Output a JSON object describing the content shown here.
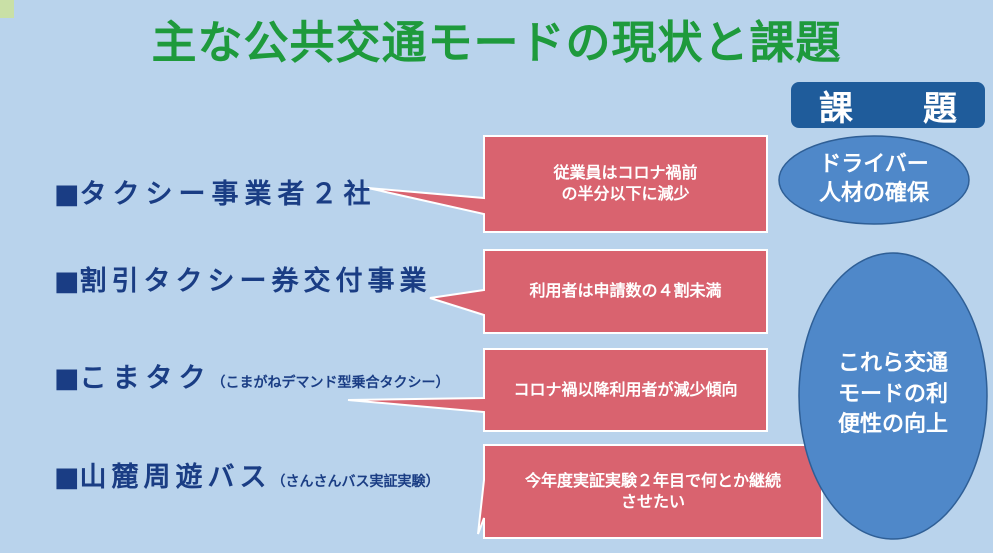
{
  "title": "主な公共交通モードの現状と課題",
  "issues_header": "課　題",
  "modes": [
    {
      "marker": "■",
      "label": "タクシー事業者２社",
      "sub": "",
      "callout": [
        "従業員はコロナ禍前",
        "の半分以下に減少"
      ]
    },
    {
      "marker": "■",
      "label": "割引タクシー券交付事業",
      "sub": "",
      "callout": [
        "利用者は申請数の４割未満"
      ]
    },
    {
      "marker": "■",
      "label": "こまタク",
      "sub": "（こまがねデマンド型乗合タクシー）",
      "callout": [
        "コロナ禍以降利用者が減少傾向"
      ]
    },
    {
      "marker": "■",
      "label": "山麓周遊バス",
      "sub": "（さんさんバス実証実験）",
      "callout": [
        "今年度実証実験２年目で何とか継続",
        "させたい"
      ]
    }
  ],
  "issues": [
    {
      "lines": [
        "ドライバー",
        "人材の確保"
      ]
    },
    {
      "lines": [
        "これら交通",
        "モードの利",
        "便性の向上"
      ]
    }
  ],
  "colors": {
    "background": "#b9d3ec",
    "title": "#1e9a3c",
    "header": "#1f5c9b",
    "label": "#1a3d84",
    "callout": "#d9636f",
    "ellipse": "#4f88c9"
  }
}
